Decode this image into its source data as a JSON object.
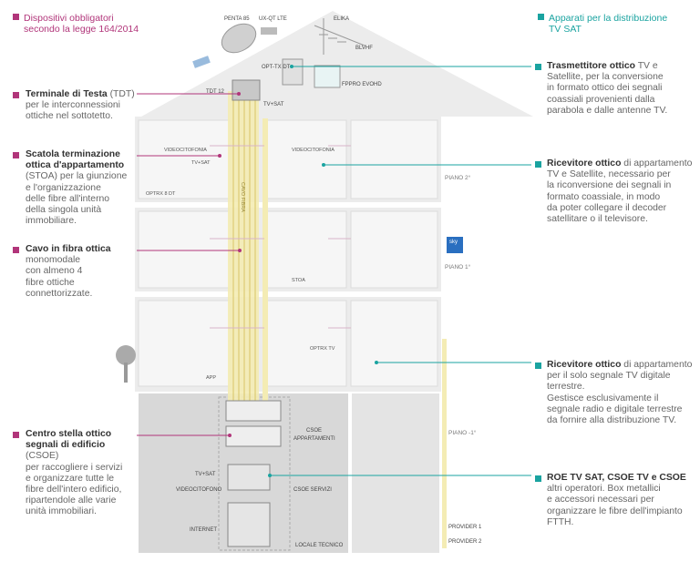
{
  "legend": {
    "left": "Dispositivi obbligatori secondo la legge 164/2014",
    "left_line1": "Dispositivi obbligatori",
    "left_line2": "secondo la legge 164/2014",
    "right_line1": "Apparati per la distribuzione",
    "right_line2": "TV SAT",
    "left_color": "#b1357a",
    "right_color": "#1aa3a0"
  },
  "left_annotations": [
    {
      "title": "Terminale di Testa",
      "suffix": " (TDT)",
      "lines": [
        "per le interconnessioni",
        "ottiche nel sottotetto."
      ]
    },
    {
      "title": "Scatola terminazione",
      "title2": "ottica d'appartamento",
      "lines": [
        "(STOA) per la giunzione",
        "e l'organizzazione",
        "delle fibre all'interno",
        "della singola unità",
        "immobiliare."
      ]
    },
    {
      "title": "Cavo in fibra ottica",
      "lines": [
        "monomodale",
        "con almeno 4",
        "fibre ottiche",
        "connettorizzate."
      ]
    },
    {
      "title": "Centro stella ottico",
      "title2": "segnali di edificio",
      "title2_suffix": " (CSOE)",
      "lines": [
        "per raccogliere i servizi",
        "e organizzare tutte le",
        "fibre dell'intero edificio,",
        "ripartendole alle varie",
        "unità immobiliari."
      ]
    }
  ],
  "right_annotations": [
    {
      "title": "Trasmettitore ottico",
      "first_rest": " TV e",
      "lines": [
        "Satellite, per la conversione",
        "in formato ottico dei segnali",
        "coassiali provenienti dalla",
        "parabola e dalle antenne TV."
      ]
    },
    {
      "title": "Ricevitore ottico",
      "first_rest": " di appartamento",
      "lines": [
        "TV e Satellite, necessario per",
        "la riconversione dei segnali in",
        "formato coassiale, in modo",
        "da poter collegare il decoder",
        "satellitare o il televisore."
      ]
    },
    {
      "title": "Ricevitore ottico",
      "first_rest": " di appartamento",
      "lines": [
        "per il solo segnale TV digitale",
        "terrestre.",
        "Gestisce esclusivamente il",
        "segnale radio e digitale terrestre",
        "da fornire alla distribuzione TV."
      ]
    },
    {
      "title": "ROE TV SAT, CSOE TV e CSOE",
      "first_rest": "",
      "lines": [
        "altri operatori. Box metallici",
        "e accessori necessari per",
        "organizzare le fibre dell'impianto",
        "FTTH."
      ]
    }
  ],
  "roof_labels": {
    "penta": "PENTA 85",
    "lnb": "UX-QT LTE",
    "elika": "ELIKA",
    "blvhf": "BLVHF",
    "txdt": "OPT-TX DT",
    "fppro": "FPPRO EVOHD",
    "tdt": "TDT 12",
    "tvsat_roof": "TV+SAT"
  },
  "floors": {
    "piano2": "PIANO 2°",
    "piano1": "PIANO 1°",
    "piano_minus1": "PIANO -1°"
  },
  "basement": {
    "csoe_app_1": "CSOE",
    "csoe_app_2": "APPARTAMENTI",
    "tvsat": "TV+SAT",
    "videocitofono": "VIDEOCITOFONO",
    "csoe_servizi": "CSOE SERVIZI",
    "internet": "INTERNET",
    "locale_tecnico": "LOCALE TECNICO",
    "provider1": "PROVIDER 1",
    "provider2": "PROVIDER 2"
  },
  "apt_labels": {
    "videocitofonia": "VIDEOCITOFONIA",
    "tvsat": "TV+SAT",
    "stoa": "STOA",
    "optrx": "OPTRX 8 DT",
    "optrx_tv": "OPTRX TV",
    "apt": "APP"
  },
  "riser_label": "CAVO FIBRA",
  "sky_label": "sky"
}
